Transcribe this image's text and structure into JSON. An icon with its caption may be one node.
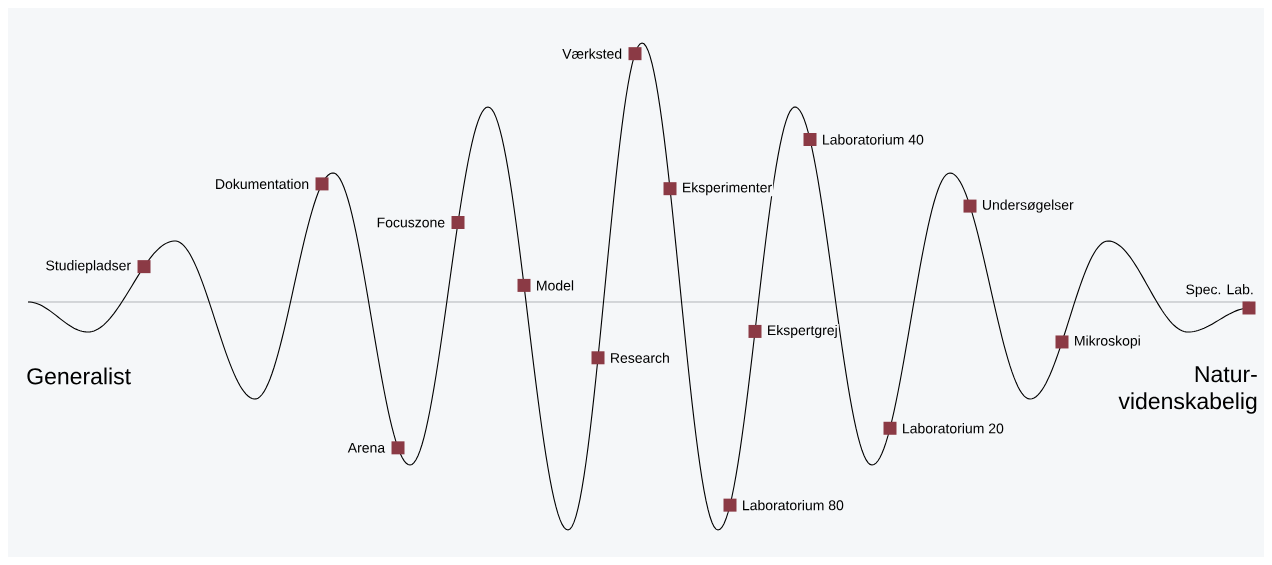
{
  "diagram": {
    "nodes": [
      {
        "text": [],
        "shape": "box",
        "beside": [
          "Studiepladser"
        ]
      },
      {
        "text": [],
        "shape": "box",
        "beside": [
          "Dokumentation"
        ]
      },
      {
        "text": [],
        "shape": "box",
        "beside": [
          "Arena"
        ]
      },
      {
        "text": [],
        "shape": "box",
        "beside": [
          "Focuszone"
        ]
      },
      {
        "text": [],
        "shape": "box",
        "beside": [
          "Model"
        ]
      },
      {
        "text": [],
        "shape": "box",
        "beside": [
          "Research"
        ]
      },
      {
        "text": [],
        "shape": "box",
        "beside": [
          "Værksted"
        ]
      },
      {
        "text": [],
        "shape": "box",
        "beside": [
          "Eksperimenter"
        ]
      },
      {
        "text": [],
        "shape": "box",
        "beside": [
          "Laboratorium 80"
        ]
      },
      {
        "text": [],
        "shape": "box",
        "beside": [
          "Ekspertgrej"
        ]
      },
      {
        "text": [],
        "shape": "box",
        "beside": [
          "Laboratorium 40"
        ]
      },
      {
        "text": [],
        "shape": "box",
        "beside": [
          "Laboratorium 20"
        ]
      },
      {
        "text": [],
        "shape": "box",
        "beside": [
          "Undersøgelser"
        ]
      },
      {
        "text": [],
        "shape": "box",
        "beside": [
          "Mikroskopi"
        ]
      },
      {
        "text": [],
        "shape": "box",
        "beside": [
          "Spec. Lab."
        ]
      }
    ],
    "labels": [
      "Generalist",
      "Natur-videnskabelig"
    ]
  }
}
